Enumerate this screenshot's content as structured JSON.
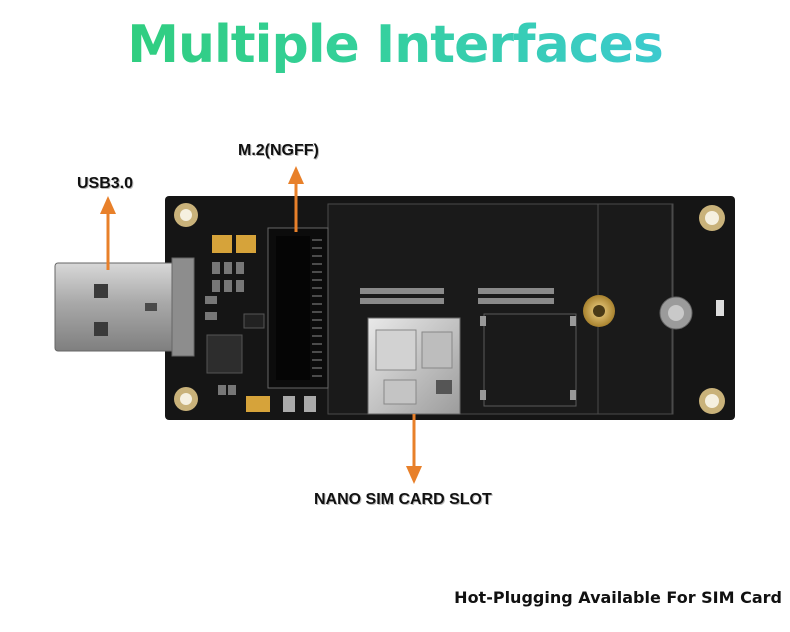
{
  "title": "Multiple Interfaces",
  "callouts": {
    "m2": "M.2(NGFF)",
    "usb": "USB3.0",
    "sim": "NANO SIM CARD SLOT"
  },
  "footnote": "Hot-Plugging Available For SIM Card",
  "colors": {
    "title_gradient_start": "#2ecc71",
    "title_gradient_end": "#3fc8e4",
    "arrow": "#e8802a",
    "pcb": "#141414"
  }
}
